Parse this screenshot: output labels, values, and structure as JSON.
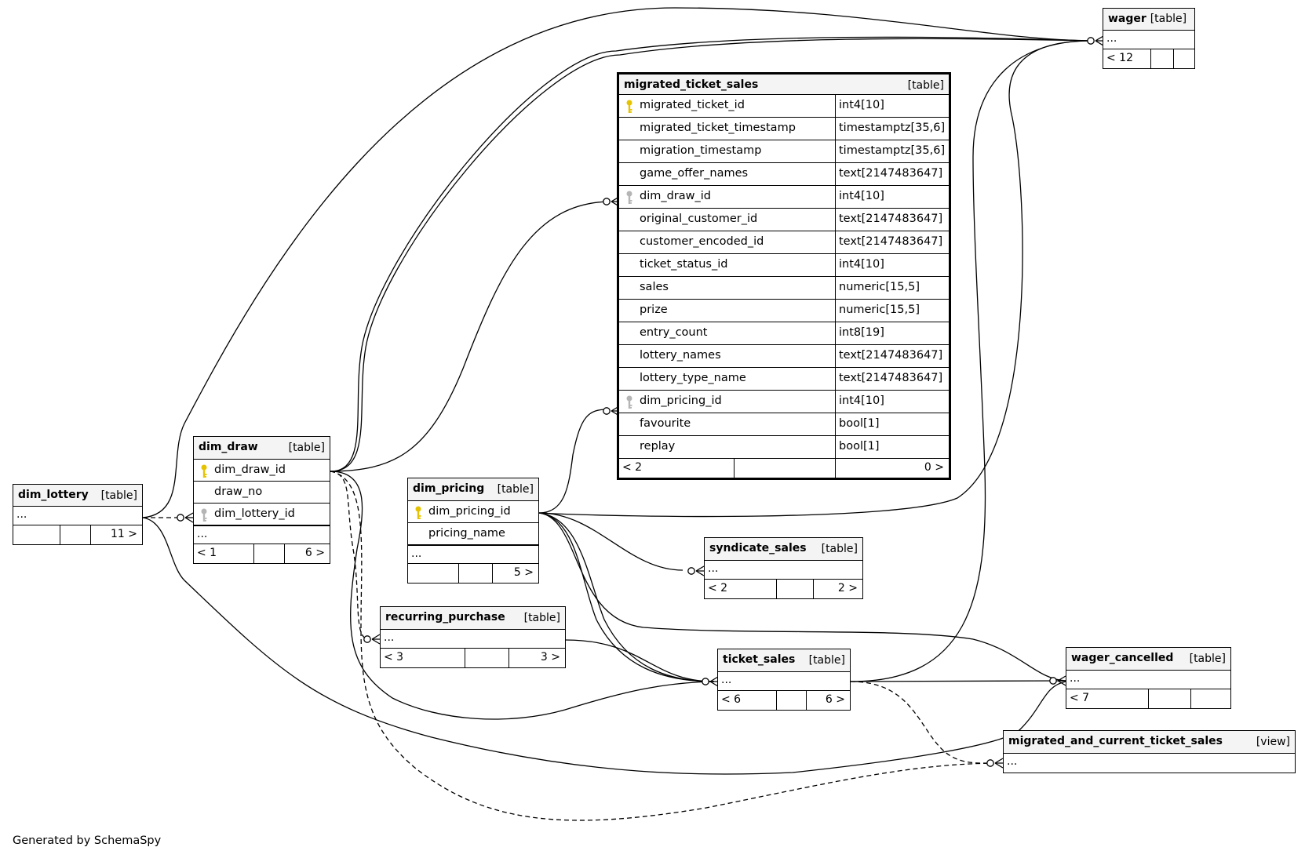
{
  "footer_credit": "Generated by SchemaSpy",
  "ellipsis": "...",
  "tables": {
    "migrated_ticket_sales": {
      "name": "migrated_ticket_sales",
      "kind": "[table]",
      "columns": [
        {
          "name": "migrated_ticket_id",
          "type": "int4[10]",
          "key": "primary"
        },
        {
          "name": "migrated_ticket_timestamp",
          "type": "timestamptz[35,6]",
          "key": ""
        },
        {
          "name": "migration_timestamp",
          "type": "timestamptz[35,6]",
          "key": ""
        },
        {
          "name": "game_offer_names",
          "type": "text[2147483647]",
          "key": ""
        },
        {
          "name": "dim_draw_id",
          "type": "int4[10]",
          "key": "foreign"
        },
        {
          "name": "original_customer_id",
          "type": "text[2147483647]",
          "key": ""
        },
        {
          "name": "customer_encoded_id",
          "type": "text[2147483647]",
          "key": ""
        },
        {
          "name": "ticket_status_id",
          "type": "int4[10]",
          "key": ""
        },
        {
          "name": "sales",
          "type": "numeric[15,5]",
          "key": ""
        },
        {
          "name": "prize",
          "type": "numeric[15,5]",
          "key": ""
        },
        {
          "name": "entry_count",
          "type": "int8[19]",
          "key": ""
        },
        {
          "name": "lottery_names",
          "type": "text[2147483647]",
          "key": ""
        },
        {
          "name": "lottery_type_name",
          "type": "text[2147483647]",
          "key": ""
        },
        {
          "name": "dim_pricing_id",
          "type": "int4[10]",
          "key": "foreign"
        },
        {
          "name": "favourite",
          "type": "bool[1]",
          "key": ""
        },
        {
          "name": "replay",
          "type": "bool[1]",
          "key": ""
        }
      ],
      "parents": "< 2",
      "children": "0 >"
    },
    "wager": {
      "name": "wager",
      "kind": "[table]",
      "parents": "< 12",
      "children": ""
    },
    "dim_lottery": {
      "name": "dim_lottery",
      "kind": "[table]",
      "parents": "",
      "children": "11 >"
    },
    "dim_draw": {
      "name": "dim_draw",
      "kind": "[table]",
      "columns": [
        {
          "name": "dim_draw_id",
          "key": "primary"
        },
        {
          "name": "draw_no",
          "key": ""
        },
        {
          "name": "dim_lottery_id",
          "key": "foreign"
        }
      ],
      "parents": "< 1",
      "children": "6 >"
    },
    "dim_pricing": {
      "name": "dim_pricing",
      "kind": "[table]",
      "columns": [
        {
          "name": "dim_pricing_id",
          "key": "primary"
        },
        {
          "name": "pricing_name",
          "key": ""
        }
      ],
      "parents": "",
      "children": "5 >"
    },
    "syndicate_sales": {
      "name": "syndicate_sales",
      "kind": "[table]",
      "parents": "< 2",
      "children": "2 >"
    },
    "recurring_purchase": {
      "name": "recurring_purchase",
      "kind": "[table]",
      "parents": "< 3",
      "children": "3 >"
    },
    "ticket_sales": {
      "name": "ticket_sales",
      "kind": "[table]",
      "parents": "< 6",
      "children": "6 >"
    },
    "wager_cancelled": {
      "name": "wager_cancelled",
      "kind": "[table]",
      "parents": "< 7",
      "children": ""
    },
    "migrated_and_current_ticket_sales": {
      "name": "migrated_and_current_ticket_sales",
      "kind": "[view]"
    }
  },
  "relationships": [
    {
      "from": "dim_lottery",
      "to": "dim_draw",
      "style": "dashed"
    },
    {
      "from": "dim_lottery",
      "to": "wager",
      "style": "solid"
    },
    {
      "from": "dim_lottery",
      "to": "wager_cancelled",
      "style": "solid"
    },
    {
      "from": "dim_draw",
      "to": "wager",
      "style": "solid"
    },
    {
      "from": "dim_draw",
      "to": "migrated_ticket_sales",
      "style": "solid"
    },
    {
      "from": "dim_draw",
      "to": "recurring_purchase",
      "style": "dashed"
    },
    {
      "from": "dim_draw",
      "to": "ticket_sales",
      "style": "solid"
    },
    {
      "from": "dim_draw",
      "to": "migrated_and_current_ticket_sales",
      "style": "dashed"
    },
    {
      "from": "dim_pricing",
      "to": "migrated_ticket_sales",
      "style": "solid"
    },
    {
      "from": "dim_pricing",
      "to": "wager",
      "style": "solid"
    },
    {
      "from": "dim_pricing",
      "to": "syndicate_sales",
      "style": "solid"
    },
    {
      "from": "dim_pricing",
      "to": "ticket_sales",
      "style": "solid"
    },
    {
      "from": "dim_pricing",
      "to": "wager_cancelled",
      "style": "solid"
    },
    {
      "from": "recurring_purchase",
      "to": "ticket_sales",
      "style": "solid"
    },
    {
      "from": "ticket_sales",
      "to": "wager",
      "style": "solid"
    },
    {
      "from": "ticket_sales",
      "to": "wager_cancelled",
      "style": "solid"
    },
    {
      "from": "ticket_sales",
      "to": "migrated_and_current_ticket_sales",
      "style": "dashed"
    }
  ]
}
